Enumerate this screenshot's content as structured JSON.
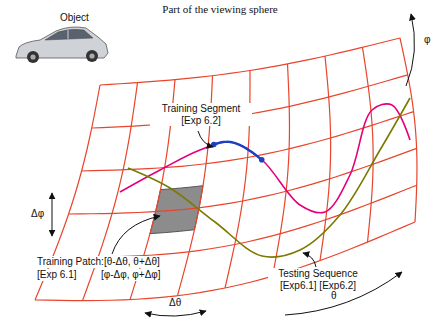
{
  "diagram": {
    "title": "Part of the viewing sphere",
    "labels": [
      "Object",
      "Training Segment [Exp 6.2]",
      "Testing Sequence [Exp6.1] [Exp6.2]",
      "Training Patch:[θ-Δθ, θ+Δθ]",
      "[Exp 6.1]",
      "[φ-Δφ, φ+Δφ]",
      "Δφ",
      "Δθ",
      "θ",
      "φ"
    ]
  }
}
